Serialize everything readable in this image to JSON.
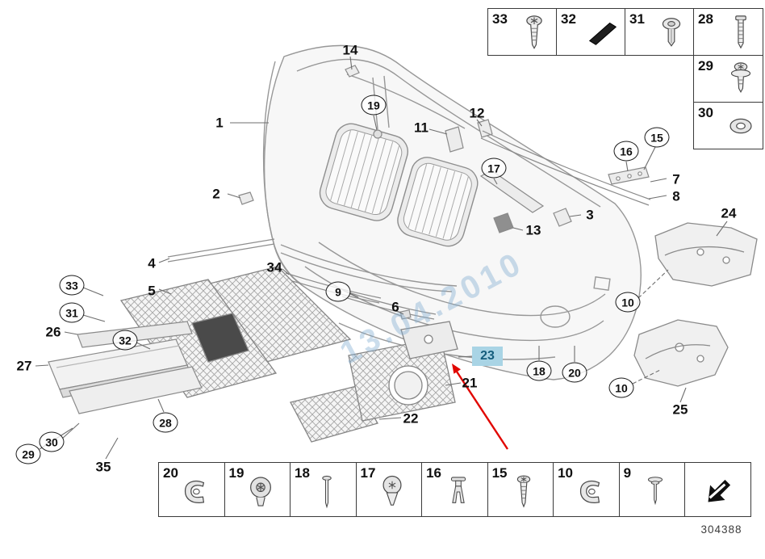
{
  "diagram": {
    "doc_number": "304388",
    "watermark": "13.04.2010",
    "highlight_color": "#a9d4e5",
    "arrow_color": "#e10600"
  },
  "callouts": [
    {
      "label": "1",
      "style": "plain"
    },
    {
      "label": "2",
      "style": "plain"
    },
    {
      "label": "14",
      "style": "plain"
    },
    {
      "label": "19",
      "style": "circled"
    },
    {
      "label": "11",
      "style": "plain"
    },
    {
      "label": "12",
      "style": "plain"
    },
    {
      "label": "17",
      "style": "circled"
    },
    {
      "label": "16",
      "style": "circled"
    },
    {
      "label": "15",
      "style": "circled"
    },
    {
      "label": "7",
      "style": "plain"
    },
    {
      "label": "8",
      "style": "plain"
    },
    {
      "label": "13",
      "style": "plain"
    },
    {
      "label": "3",
      "style": "plain"
    },
    {
      "label": "24",
      "style": "plain"
    },
    {
      "label": "10",
      "style": "circled"
    },
    {
      "label": "4",
      "style": "plain"
    },
    {
      "label": "34",
      "style": "plain"
    },
    {
      "label": "9",
      "style": "circled"
    },
    {
      "label": "5",
      "style": "plain"
    },
    {
      "label": "6",
      "style": "plain"
    },
    {
      "label": "33",
      "style": "circled"
    },
    {
      "label": "31",
      "style": "circled"
    },
    {
      "label": "26",
      "style": "plain"
    },
    {
      "label": "32",
      "style": "circled"
    },
    {
      "label": "27",
      "style": "plain"
    },
    {
      "label": "23",
      "style": "highlighted"
    },
    {
      "label": "21",
      "style": "plain"
    },
    {
      "label": "18",
      "style": "circled"
    },
    {
      "label": "20",
      "style": "circled"
    },
    {
      "label": "10",
      "style": "circled"
    },
    {
      "label": "25",
      "style": "plain"
    },
    {
      "label": "28",
      "style": "circled"
    },
    {
      "label": "22",
      "style": "plain"
    },
    {
      "label": "30",
      "style": "circled"
    },
    {
      "label": "29",
      "style": "circled"
    },
    {
      "label": "35",
      "style": "plain"
    }
  ],
  "fastener_table": {
    "cells": [
      {
        "label": "33",
        "icon": "torx-screw"
      },
      {
        "label": "32",
        "icon": "trim-strip"
      },
      {
        "label": "31",
        "icon": "expanding-rivet"
      },
      {
        "label": "28",
        "icon": "long-screw"
      },
      {
        "label": "29",
        "icon": "screw-with-washer"
      },
      {
        "label": "30",
        "icon": "washer"
      }
    ]
  },
  "legend_strip": {
    "cells": [
      {
        "label": "20",
        "icon": "cage-clip"
      },
      {
        "label": "19",
        "icon": "torx-pan-screw"
      },
      {
        "label": "18",
        "icon": "blind-rivet"
      },
      {
        "label": "17",
        "icon": "countersunk-torx-screw"
      },
      {
        "label": "16",
        "icon": "expansion-rivet"
      },
      {
        "label": "15",
        "icon": "tapping-screw"
      },
      {
        "label": "10",
        "icon": "cage-clip"
      },
      {
        "label": "9",
        "icon": "push-pin"
      },
      {
        "label": "",
        "icon": "continuation-arrow"
      }
    ]
  }
}
